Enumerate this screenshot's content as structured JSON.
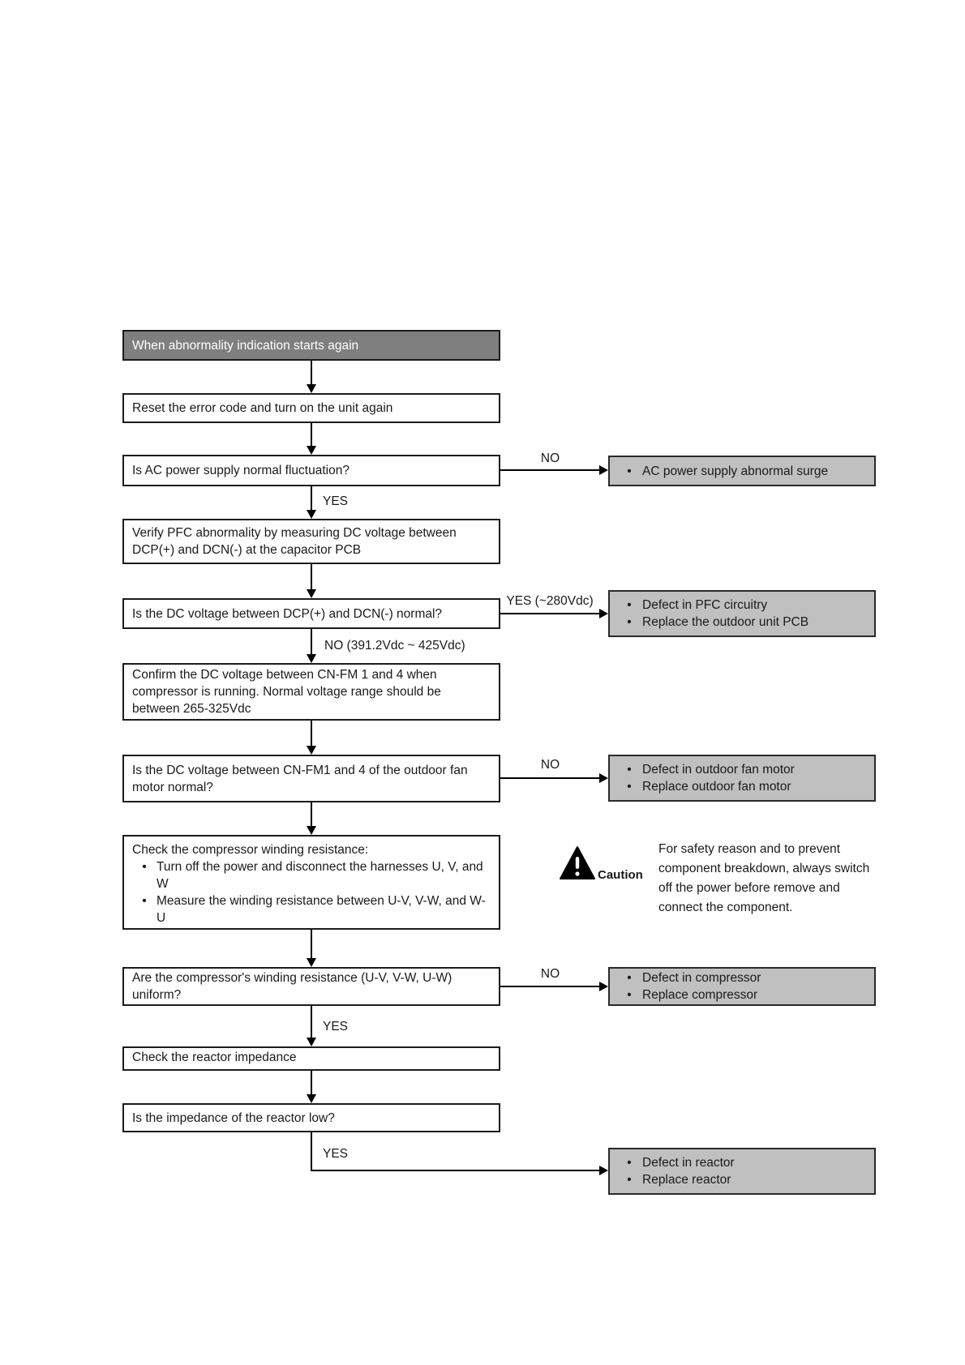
{
  "colors": {
    "header_bg": "#7f7f7f",
    "result_bg": "#c0c0c0",
    "line": "#000000"
  },
  "nodes": {
    "start": {
      "text": "When abnormality indication starts again"
    },
    "reset": {
      "text": "Reset the error code and turn on the unit again"
    },
    "ac_supply": {
      "text": "Is AC power supply normal fluctuation?"
    },
    "ac_surge": {
      "bullets": [
        "AC power supply abnormal surge"
      ]
    },
    "verify_pfc": {
      "text": "Verify PFC abnormality by measuring DC voltage between DCP(+) and DCN(-) at the capacitor PCB"
    },
    "dc_voltage": {
      "text": "Is the DC voltage between DCP(+) and DCN(-) normal?"
    },
    "pfc_defect": {
      "bullets": [
        "Defect in PFC circuitry",
        "Replace the outdoor unit PCB"
      ]
    },
    "confirm_fm": {
      "text": "Confirm the DC voltage between CN-FM 1 and 4 when compressor is running. Normal voltage range should be between 265-325Vdc"
    },
    "fan_voltage": {
      "text": "Is the DC voltage between CN-FM1 and 4 of the outdoor fan motor normal?"
    },
    "fan_defect": {
      "bullets": [
        "Defect in outdoor fan motor",
        "Replace outdoor fan motor"
      ]
    },
    "check_winding": {
      "title": "Check the compressor winding resistance:",
      "bullets": [
        "Turn off the power and disconnect the harnesses U, V, and W",
        "Measure the winding resistance between U-V, V-W, and W-U"
      ]
    },
    "winding_uniform": {
      "text": "Are the compressor's winding resistance (U-V, V-W, U-W) uniform?"
    },
    "compressor_defect": {
      "bullets": [
        "Defect in compressor",
        "Replace compressor"
      ]
    },
    "check_reactor": {
      "text": "Check the reactor impedance"
    },
    "reactor_low": {
      "text": "Is the impedance of the reactor low?"
    },
    "reactor_defect": {
      "bullets": [
        "Defect in reactor",
        "Replace reactor"
      ]
    }
  },
  "edges": {
    "ac_no": "NO",
    "ac_yes": "YES",
    "dc_yes": "YES (~280Vdc)",
    "dc_no": "NO (391.2Vdc ~ 425Vdc)",
    "fan_no": "NO",
    "winding_no": "NO",
    "winding_yes": "YES",
    "reactor_yes": "YES"
  },
  "caution": {
    "label": "Caution",
    "text": "For safety reason and to prevent component breakdown, always switch off the power before remove and connect the component."
  }
}
